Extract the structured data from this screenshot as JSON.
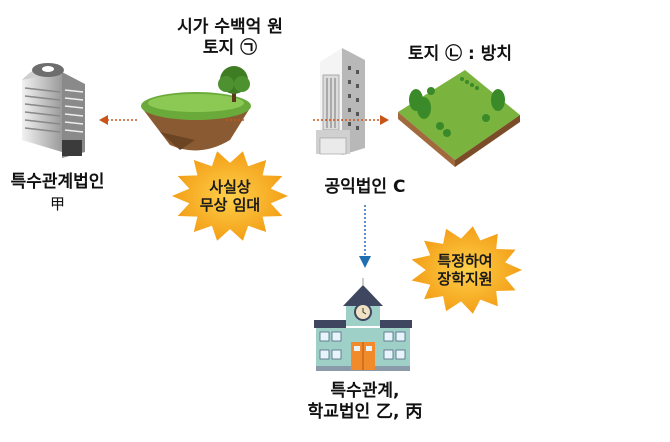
{
  "land_a": {
    "line1": "시가 수백억 원",
    "line2": "토지 ㉠"
  },
  "land_b": {
    "label": "토지 ㉡ : 방치"
  },
  "related_corp": {
    "line1": "특수관계법인",
    "line2": "甲"
  },
  "public_corp": {
    "label": "공익법인 C"
  },
  "school": {
    "line1": "특수관계,",
    "line2": "학교법인 乙, 丙"
  },
  "burst_lease": {
    "line1": "사실상",
    "line2": "무상 임대"
  },
  "burst_scholarship": {
    "line1": "특정하여",
    "line2": "장학지원"
  },
  "colors": {
    "arrow_orange": "#c8561a",
    "arrow_blue": "#1f6fb2",
    "burst": "#f5a31a",
    "grass": "#6aaa3a"
  }
}
